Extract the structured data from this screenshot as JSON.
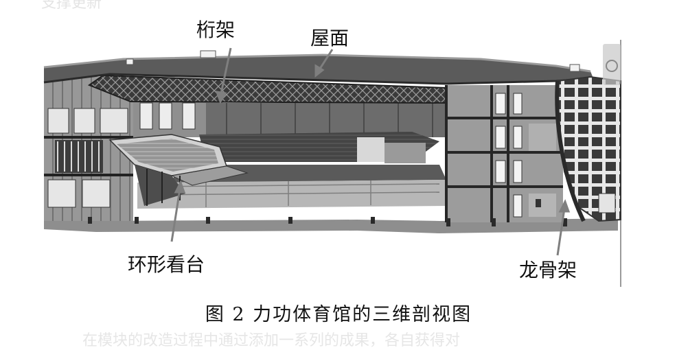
{
  "labels": {
    "truss": "桁架",
    "roof": "屋面",
    "stand": "环形看台",
    "keel": "龙骨架"
  },
  "caption": "图 2  力功体育馆的三维剖视图",
  "ghost_text": {
    "top": "支撑更新",
    "bottom": "在模块的改造过程中通过添加一系列的成果，各自获得对"
  },
  "colors": {
    "roof": "#5e5e5e",
    "structure": "#7a7a7a",
    "dark": "#2b2b2b",
    "light": "#cfcfcf"
  }
}
